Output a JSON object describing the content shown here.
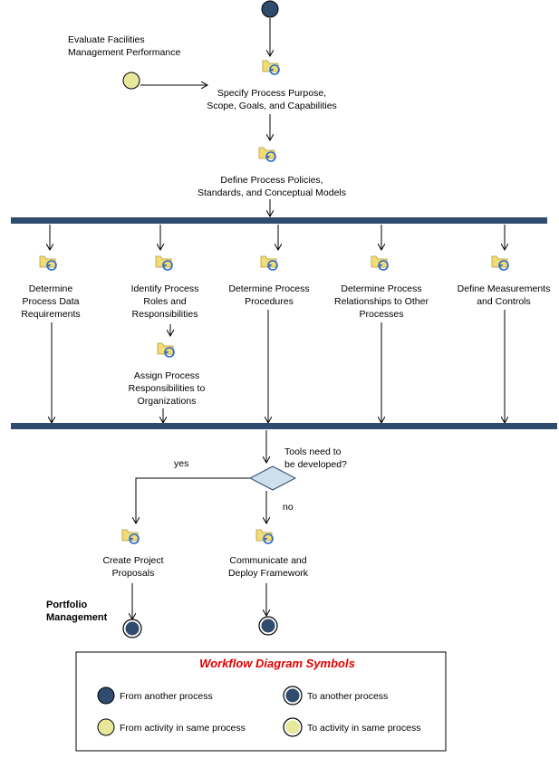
{
  "colors": {
    "bar": "#2f4b6e",
    "node_dark": "#2f4b6e",
    "node_light": "#e8e89a",
    "activity_icon": "#f2dc74",
    "arrow_icon": "#2a6ad0",
    "decision": "#cfe0ec",
    "legend_title": "#e00000"
  },
  "entry": {
    "external_label_1": "Evaluate Facilities",
    "external_label_2": "Management Performance"
  },
  "activities": {
    "specify": {
      "l1": "Specify Process Purpose,",
      "l2": "Scope, Goals, and Capabilities"
    },
    "define_policies": {
      "l1": "Define Process Policies,",
      "l2": "Standards, and Conceptual Models"
    },
    "data_req": {
      "l1": "Determine",
      "l2": "Process Data",
      "l3": "Requirements"
    },
    "roles": {
      "l1": "Identify Process",
      "l2": "Roles and",
      "l3": "Responsibilities"
    },
    "procedures": {
      "l1": "Determine Process",
      "l2": "Procedures"
    },
    "relationships": {
      "l1": "Determine Process",
      "l2": "Relationships to Other",
      "l3": "Processes"
    },
    "measurements": {
      "l1": "Define Measurements",
      "l2": "and Controls"
    },
    "assign": {
      "l1": "Assign Process",
      "l2": "Responsibilities to",
      "l3": "Organizations"
    },
    "proposals": {
      "l1": "Create Project",
      "l2": "Proposals"
    },
    "communicate": {
      "l1": "Communicate and",
      "l2": "Deploy Framework"
    }
  },
  "decision": {
    "q1": "Tools need to",
    "q2": "be developed?",
    "yes": "yes",
    "no": "no"
  },
  "exit": {
    "l1": "Portfolio",
    "l2": "Management"
  },
  "legend": {
    "title": "Workflow Diagram Symbols",
    "from_another": "From another process",
    "to_another": "To another process",
    "from_activity": "From activity in same process",
    "to_activity": "To activity in same process"
  }
}
